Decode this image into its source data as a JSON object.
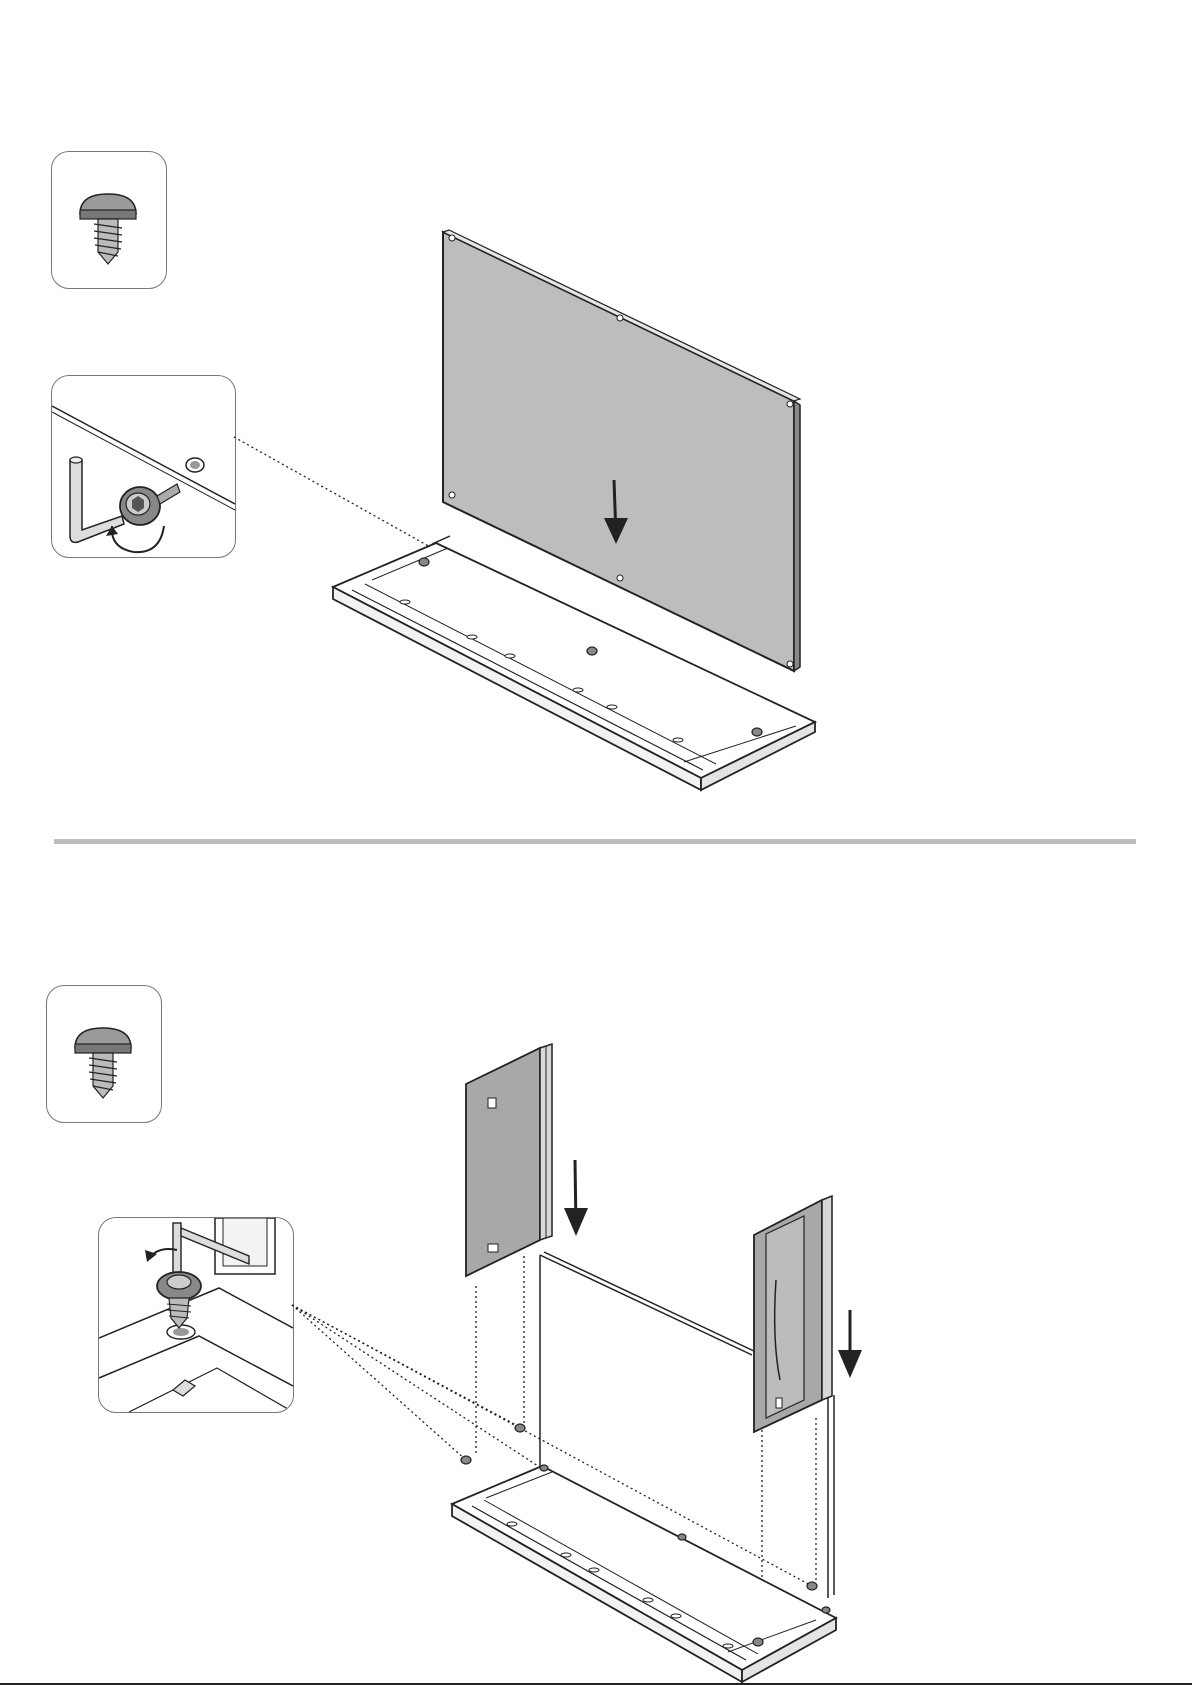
{
  "steps": [
    {
      "hardware": {
        "icon": "truss-head-screw-icon"
      },
      "detail": {
        "icon": "hex-key-tightening-icon",
        "action": "clockwise-rotation"
      },
      "main": {
        "part": "back-panel",
        "direction": "down"
      }
    },
    {
      "hardware": {
        "icon": "truss-head-screw-icon"
      },
      "detail": {
        "icon": "hex-key-tightening-icon",
        "action": "counter-clockwise-rotation"
      },
      "main": {
        "part": "side-panels",
        "direction": "down"
      }
    }
  ],
  "colors": {
    "line": "#222222",
    "panel_fill": "#bdbdbd",
    "panel_fill_dark": "#a8a8a8",
    "divider": "#bdbdbd",
    "callout_border": "#777777"
  }
}
